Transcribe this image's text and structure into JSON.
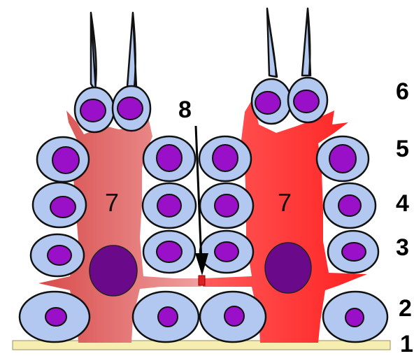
{
  "labels": {
    "l1": "1",
    "l2": "2",
    "l3": "3",
    "l4": "4",
    "l5": "5",
    "l6": "6",
    "l7a": "7",
    "l7b": "7",
    "l8": "8"
  },
  "colors": {
    "basement": "#f6eeb0",
    "cell_fill": "#b3c8f0",
    "nucleus": "#9a10c8",
    "sertoli_left": "#e06a6a",
    "sertoli_right": "#ff4040",
    "junction": "#e02020"
  }
}
